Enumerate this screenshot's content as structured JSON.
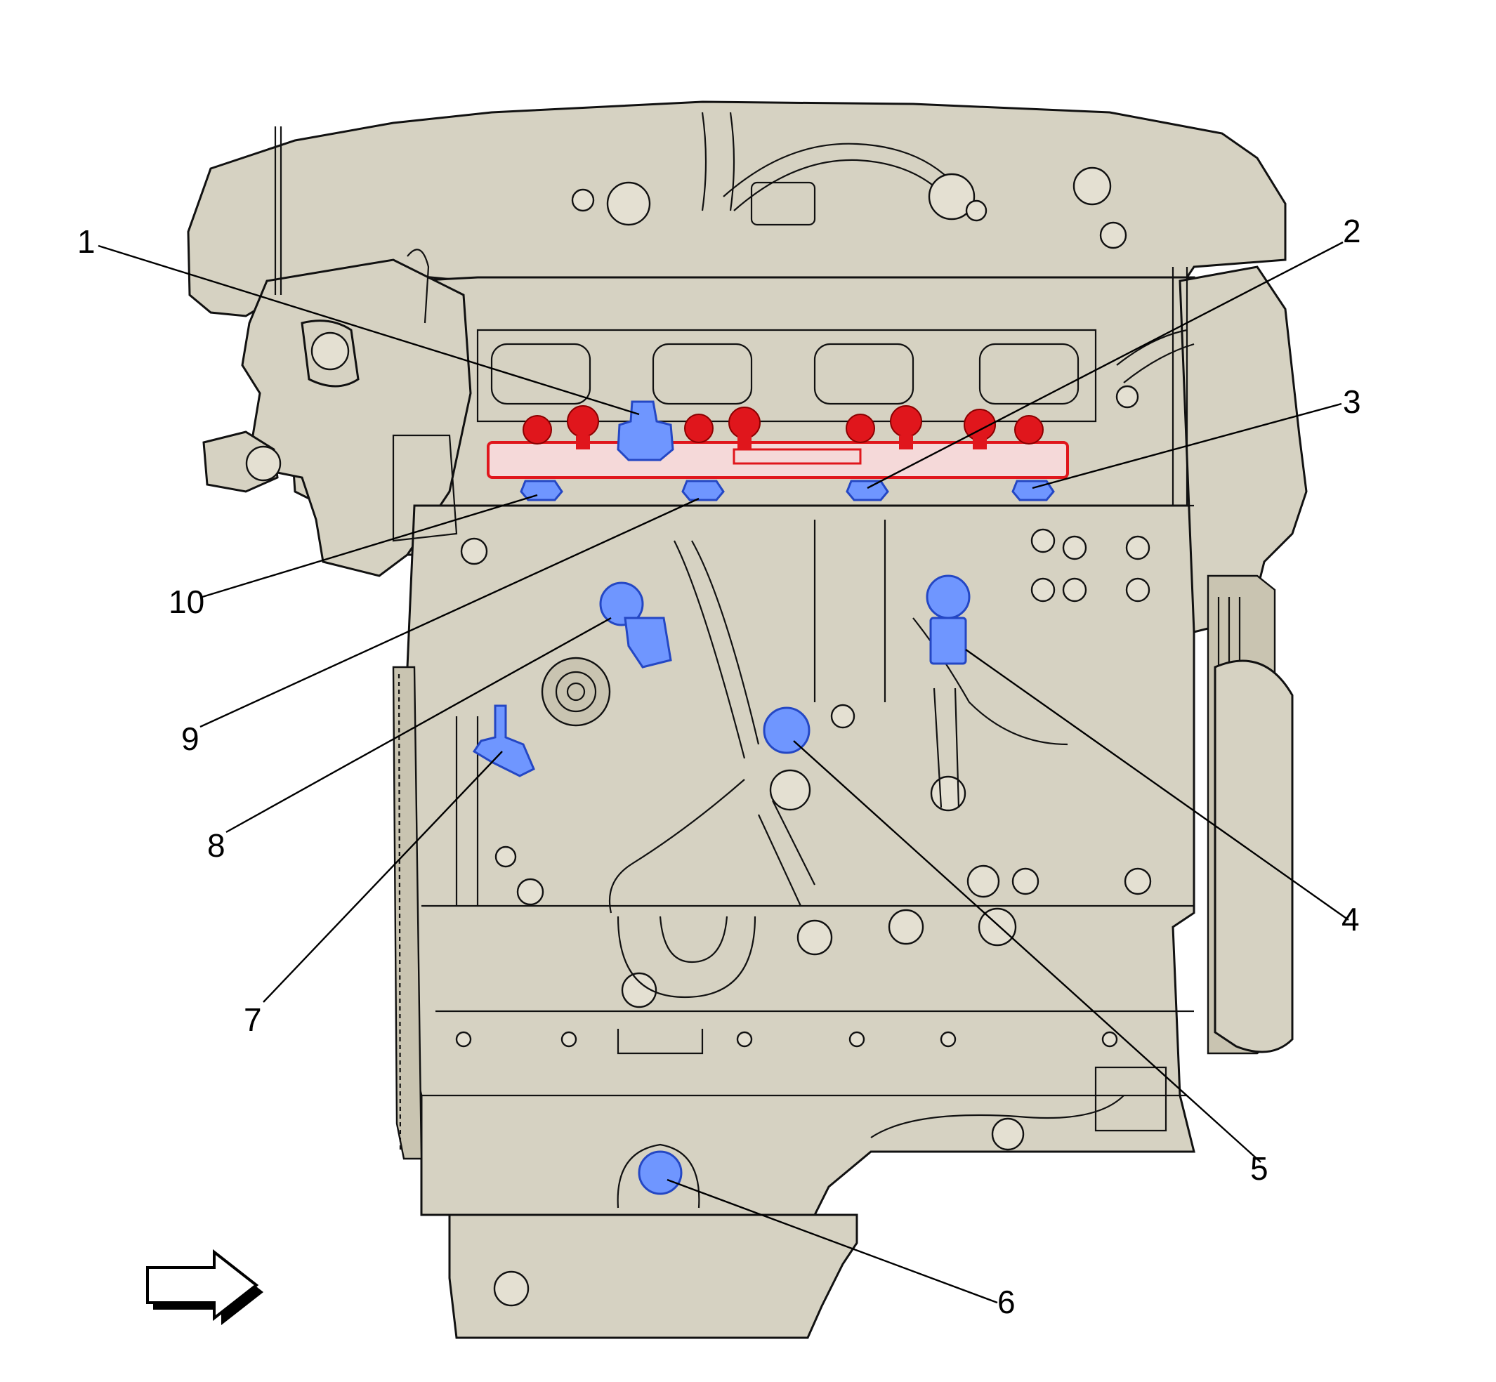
{
  "figure": {
    "callouts": [
      {
        "id": "1",
        "label": "1"
      },
      {
        "id": "2",
        "label": "2"
      },
      {
        "id": "3",
        "label": "3"
      },
      {
        "id": "4",
        "label": "4"
      },
      {
        "id": "5",
        "label": "5"
      },
      {
        "id": "6",
        "label": "6"
      },
      {
        "id": "7",
        "label": "7"
      },
      {
        "id": "8",
        "label": "8"
      },
      {
        "id": "9",
        "label": "9"
      },
      {
        "id": "10",
        "label": "10"
      }
    ],
    "colors": {
      "engine_body": "#d6d2c2",
      "outline": "#111111",
      "highlight_blue": "#6f96ff",
      "highlight_red": "#e0161c",
      "background": "#ffffff"
    },
    "icons": [
      "direction-arrow-icon"
    ]
  }
}
